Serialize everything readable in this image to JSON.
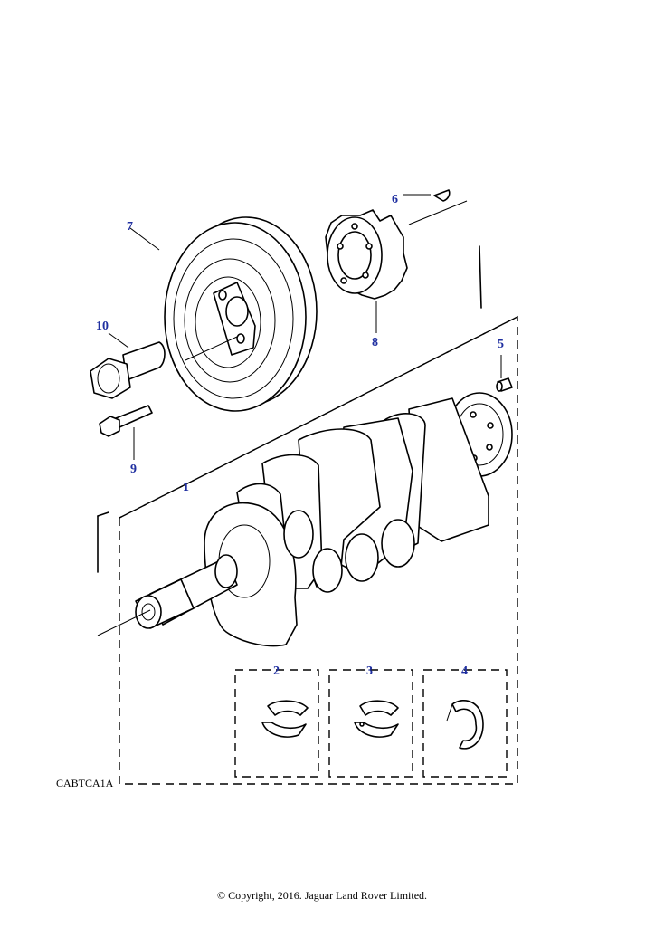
{
  "diagram": {
    "reference_code": "CABTCA1A",
    "callouts": {
      "c1": "1",
      "c2": "2",
      "c3": "3",
      "c4": "4",
      "c5": "5",
      "c6": "6",
      "c7": "7",
      "c8": "8",
      "c9": "9",
      "c10": "10"
    }
  },
  "footer": {
    "copyright": "© Copyright, 2016. Jaguar Land Rover Limited."
  },
  "colors": {
    "callout": "#1f2fa0",
    "line": "#000000",
    "background": "#ffffff"
  }
}
